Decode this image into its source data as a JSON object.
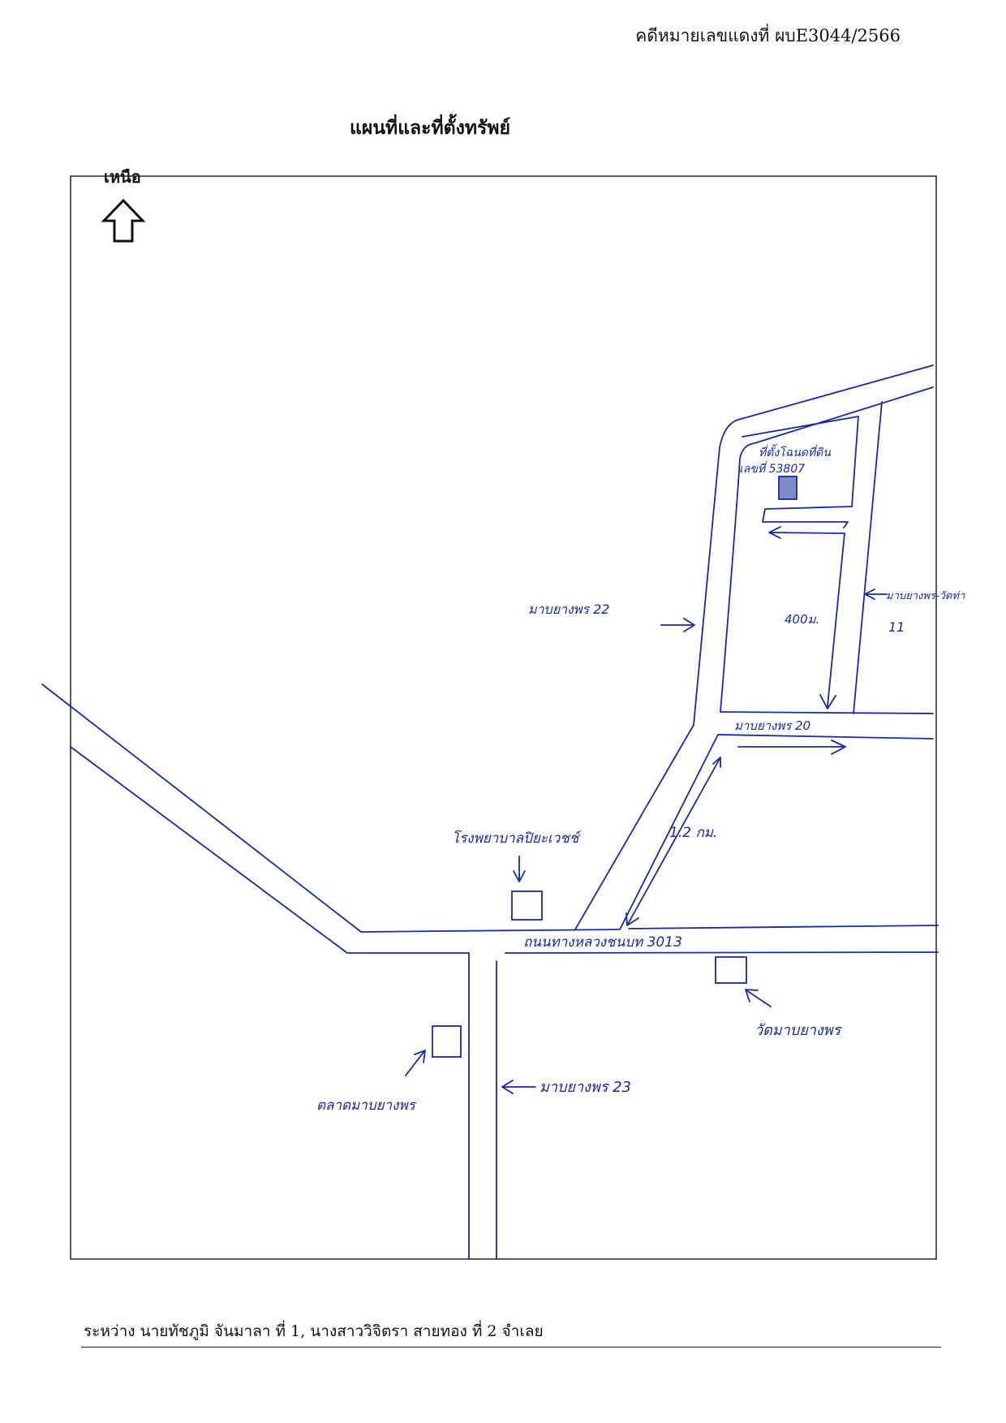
{
  "header": {
    "case_number": "คดีหมายเลขแดงที่ ผบE3044/2566",
    "title": "แผนที่และที่ตั้งทรัพย์"
  },
  "map": {
    "north_label": "เหนือ",
    "labels": {
      "property": "ที่ตั้งโฉนดที่ดิน",
      "deed_number": "เลขที่ 53807",
      "road_22": "มาบยางพร 22",
      "road_20": "มาบยางพร 20",
      "road_11_a": "มาบยางพร-วัดท่า",
      "road_11_b": "11",
      "distance_400m": "400ม.",
      "distance_1_2km": "1.2 กม.",
      "hospital": "โรงพยาบาลปิยะเวชช์",
      "main_road": "ถนนทางหลวงชนบท 3013",
      "temple": "วัดมาบยางพร",
      "market": "ตลาดมาบยางพร",
      "road_23": "มาบยางพร 23"
    },
    "colors": {
      "ink": "#1a2a9c",
      "frame": "#222222"
    },
    "icons": {
      "north": "north-arrow-icon"
    }
  },
  "footer": {
    "parties": "ระหว่าง  นายทัชภูมิ จันมาลา ที่ 1, นางสาววิจิตรา สายทอง ที่ 2 จำเลย"
  }
}
